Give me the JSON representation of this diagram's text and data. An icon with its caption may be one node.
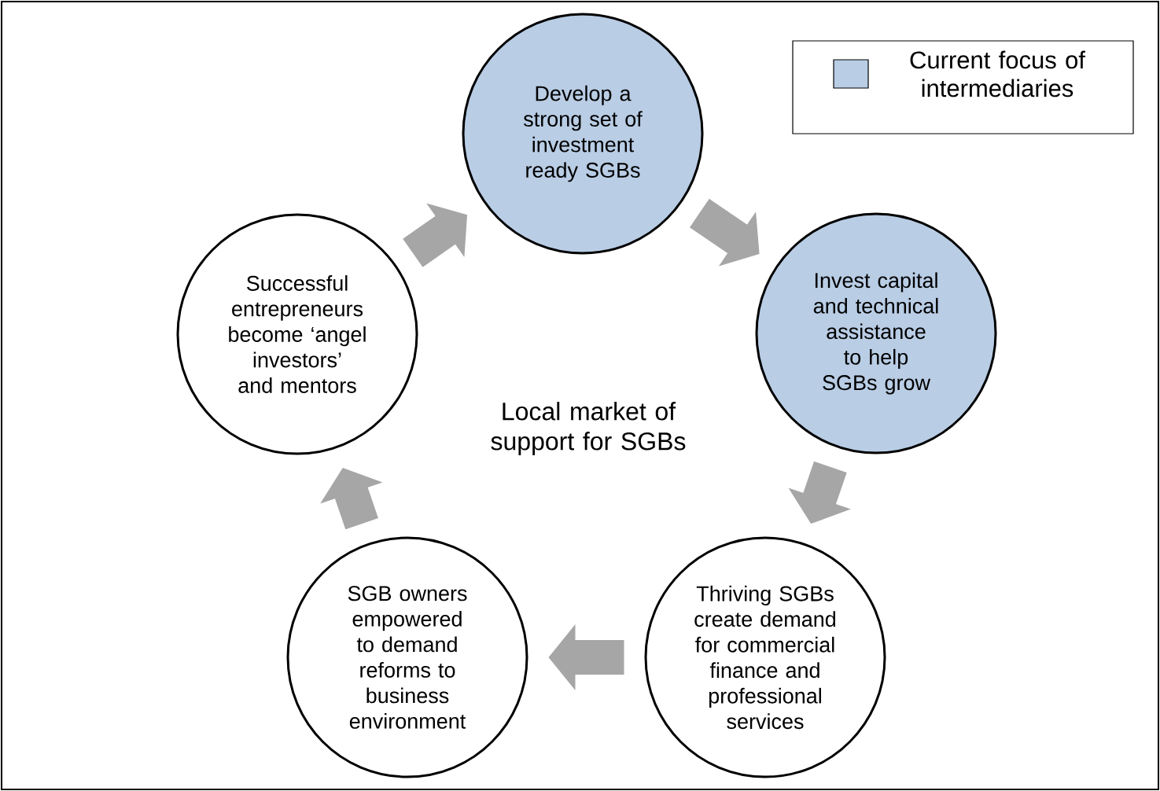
{
  "diagram": {
    "nodes": [
      {
        "text": [
          "Develop a strong set of investment ready SGBs"
        ]
      },
      {
        "text": [
          "Invest capital and technical assistance to help SGBs grow"
        ]
      },
      {
        "text": [
          "Thriving SGBs create demand for commercial finance and professional services"
        ]
      },
      {
        "text": [
          "SGB owners empowered to demand reforms to business environment"
        ]
      },
      {
        "text": [
          "Successful entrepreneurs become ‘angel investors’ and mentors"
        ]
      }
    ],
    "edges": [
      {
        "from": 4,
        "to": 0,
        "arrow": "to"
      },
      {
        "from": 0,
        "to": 1,
        "arrow": "to"
      },
      {
        "from": 1,
        "to": 2,
        "arrow": "to"
      },
      {
        "from": 2,
        "to": 3,
        "arrow": "to"
      },
      {
        "from": 3,
        "to": 4,
        "arrow": "to"
      }
    ],
    "labels": [
      "Local market of support for SGBs"
    ],
    "legend": [
      {
        "text": "Current focus of intermediaries",
        "color": "#b9cde5"
      }
    ]
  }
}
